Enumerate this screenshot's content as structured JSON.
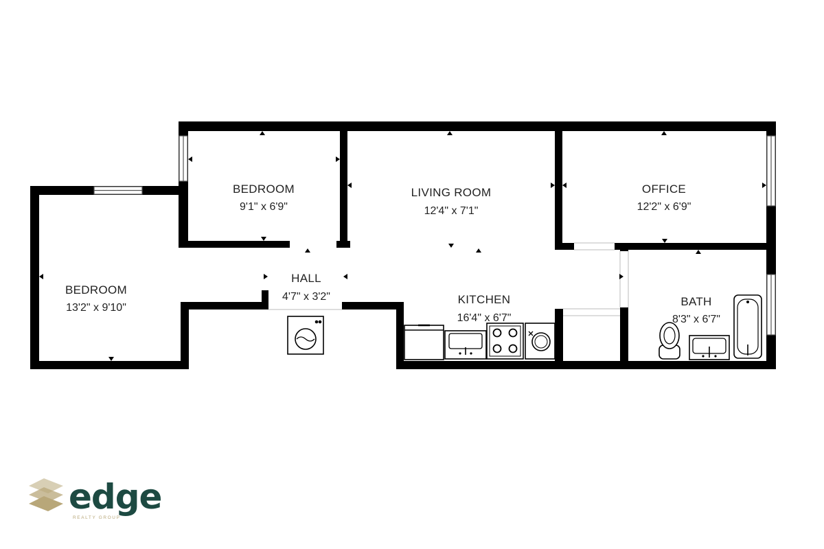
{
  "floorplan": {
    "rooms": [
      {
        "id": "bedroom-1",
        "name": "BEDROOM",
        "dimensions": "13'2\" x 9'10\""
      },
      {
        "id": "bedroom-2",
        "name": "BEDROOM",
        "dimensions": "9'1\" x 6'9\""
      },
      {
        "id": "living-room",
        "name": "LIVING ROOM",
        "dimensions": "12'4\" x 7'1\""
      },
      {
        "id": "office",
        "name": "OFFICE",
        "dimensions": "12'2\" x 6'9\""
      },
      {
        "id": "hall",
        "name": "HALL",
        "dimensions": "4'7\" x 3'2\""
      },
      {
        "id": "kitchen",
        "name": "KITCHEN",
        "dimensions": "16'4\" x 6'7\""
      },
      {
        "id": "bath",
        "name": "BATH",
        "dimensions": "8'3\" x 6'7\""
      }
    ],
    "fixtures": [
      "washer-icon",
      "dishwasher-icon",
      "kitchen-sink-icon",
      "stove-icon",
      "dryer-icon",
      "toilet-icon",
      "bath-sink-icon",
      "bathtub-icon"
    ]
  },
  "brand": {
    "name": "edge",
    "tagline": "REALTY GROUP",
    "colors": {
      "primary": "#1d4a42",
      "accent": "#b8a779"
    }
  },
  "colors": {
    "wall": "#000000",
    "window": "#9a9a9a"
  }
}
